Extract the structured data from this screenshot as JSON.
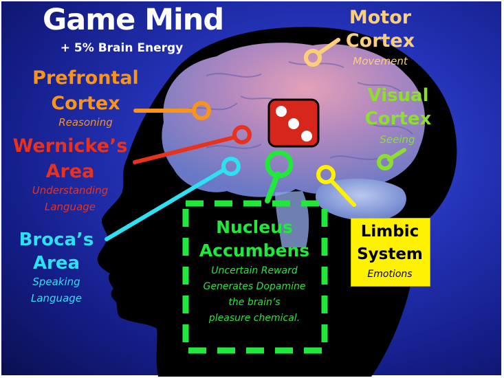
{
  "title": "Game Mind",
  "subtitle": "+ 5% Brain Energy",
  "regions": {
    "prefrontal": {
      "name_line1": "Prefrontal",
      "name_line2": "Cortex",
      "desc": "Reasoning",
      "color": "#f7941d"
    },
    "motor": {
      "name_line1": "Motor",
      "name_line2": "Cortex",
      "desc": "Movement",
      "color": "#fbcf7a"
    },
    "visual": {
      "name_line1": "Visual",
      "name_line2": "Cortex",
      "desc": "Seeing",
      "color": "#8dde2f"
    },
    "wernicke": {
      "name_line1": "Wernicke’s",
      "name_line2": "Area",
      "desc_line1": "Understanding",
      "desc_line2": "Language",
      "color": "#e8321e"
    },
    "broca": {
      "name_line1": "Broca’s",
      "name_line2": "Area",
      "desc_line1": "Speaking",
      "desc_line2": "Language",
      "color": "#2ee0f2"
    },
    "nucleus": {
      "name_line1": "Nucleus",
      "name_line2": "Accumbens",
      "desc_lines": [
        "Uncertain Reward",
        "Generates Dopamine",
        "the brain’s",
        "pleasure chemical."
      ],
      "color": "#22e83c"
    },
    "limbic": {
      "name_line1": "Limbic",
      "name_line2": "System",
      "desc": "Emotions",
      "color": "#fff200"
    }
  },
  "die_icon": "die-icon"
}
